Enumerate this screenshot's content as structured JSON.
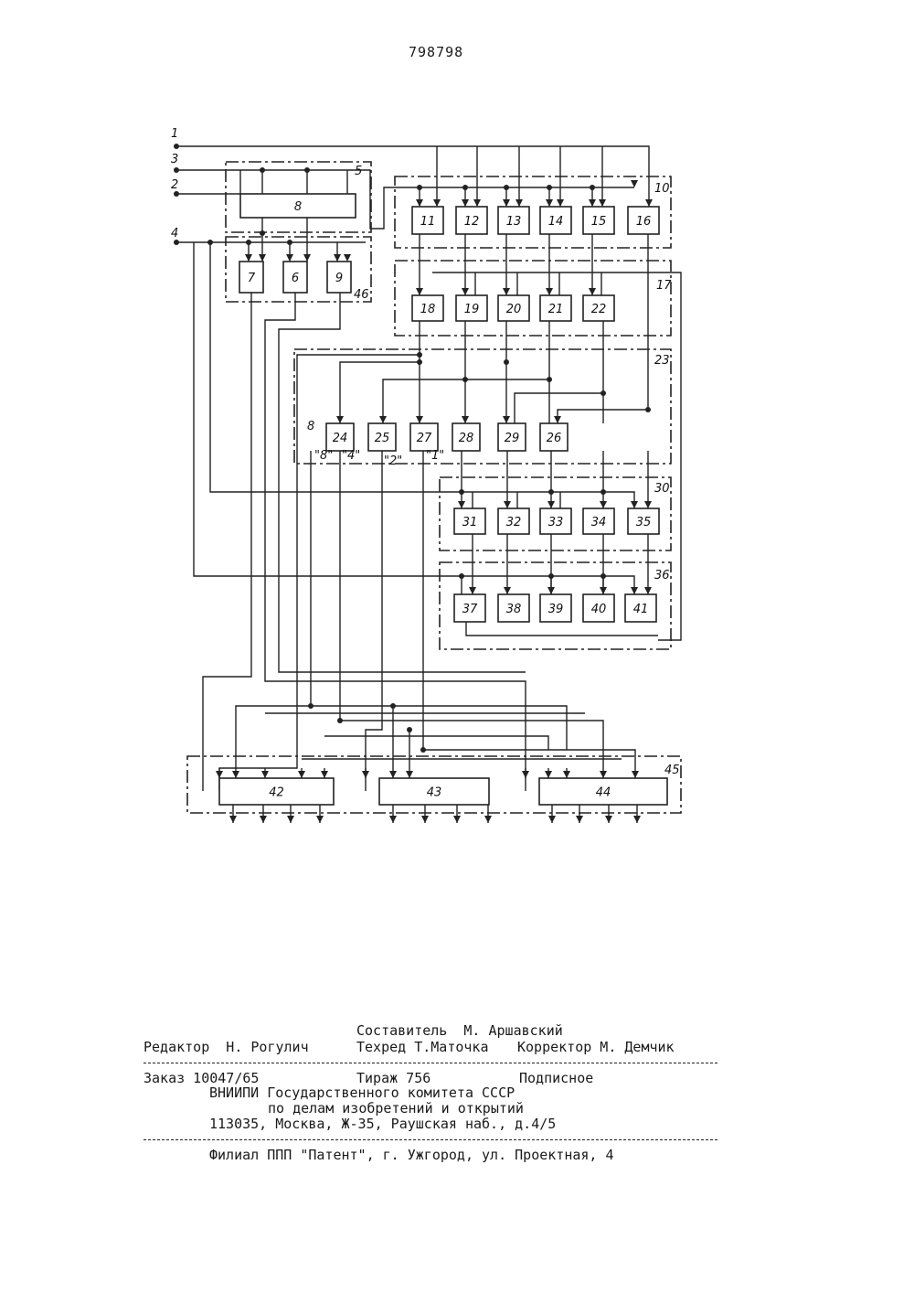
{
  "page_number": "798798",
  "diagram": {
    "inputs": [
      "1",
      "3",
      "2",
      "4"
    ],
    "groups": [
      "5",
      "10",
      "17",
      "23",
      "30",
      "36",
      "45",
      "46"
    ],
    "blocks": [
      "8",
      "7",
      "6",
      "9",
      "11",
      "12",
      "13",
      "14",
      "15",
      "16",
      "18",
      "19",
      "20",
      "21",
      "22",
      "24",
      "25",
      "27",
      "28",
      "29",
      "26",
      "31",
      "32",
      "33",
      "34",
      "35",
      "37",
      "38",
      "39",
      "40",
      "41",
      "42",
      "43",
      "44"
    ],
    "signal_labels": [
      "\"8\"",
      "\"4\"",
      "\"2\"",
      "\"1\"",
      "8"
    ]
  },
  "footer": {
    "compiler": "Составитель  М. Аршавский",
    "editor": "Редактор  Н. Рогулич",
    "techred": "Техред Т.Маточка",
    "corrector": "Корректор М. Демчик",
    "order": "Заказ 10047/65",
    "circulation": "Тираж 756",
    "subscription": "Подписное",
    "org1": "ВНИИПИ Государственного комитета СССР",
    "org2": "по делам изобретений и открытий",
    "address": "113035, Москва, Ж-35, Раушская наб., д.4/5",
    "branch": "Филиал ППП \"Патент\", г. Ужгород, ул. Проектная, 4"
  }
}
